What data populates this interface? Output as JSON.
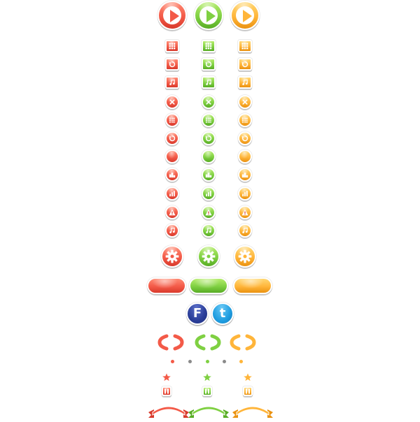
{
  "theme": {
    "red": "#f35a48",
    "green": "#7fd042",
    "yellow": "#ffb53a",
    "facebook": "#2a3d98",
    "twitter": "#1f9de0",
    "dot_inactive": "#8a8a8a"
  },
  "columns": [
    "red",
    "green",
    "yellow"
  ],
  "rows": [
    {
      "kind": "play",
      "icon": "play-icon"
    },
    {
      "kind": "square",
      "icon": "grid-icon"
    },
    {
      "kind": "square",
      "icon": "restart-icon"
    },
    {
      "kind": "square",
      "icon": "music-note-icon"
    },
    {
      "kind": "circle",
      "icon": "close-icon"
    },
    {
      "kind": "circle",
      "icon": "list-icon"
    },
    {
      "kind": "circle",
      "icon": "restart-icon"
    },
    {
      "kind": "circle",
      "icon": "blank"
    },
    {
      "kind": "circle",
      "icon": "podium-icon"
    },
    {
      "kind": "circle",
      "icon": "bar-chart-icon"
    },
    {
      "kind": "circle",
      "icon": "warning-icon"
    },
    {
      "kind": "circle",
      "icon": "music-note-icon"
    },
    {
      "kind": "gear",
      "icon": "gear-icon"
    },
    {
      "kind": "wide",
      "icon": "blank"
    },
    {
      "kind": "arrows",
      "icon": "chevron-pair-icon"
    },
    {
      "kind": "star",
      "icon": "star-icon"
    },
    {
      "kind": "pause",
      "icon": "pause-icon"
    },
    {
      "kind": "ribbon",
      "icon": "ribbon-banner"
    }
  ],
  "social": {
    "facebook_letter": "F",
    "twitter_letter": "t"
  },
  "page_dots": [
    {
      "color": "red",
      "active": true
    },
    {
      "color": "gray",
      "active": false
    },
    {
      "color": "green",
      "active": true
    },
    {
      "color": "gray",
      "active": false
    },
    {
      "color": "yellow",
      "active": true
    }
  ]
}
